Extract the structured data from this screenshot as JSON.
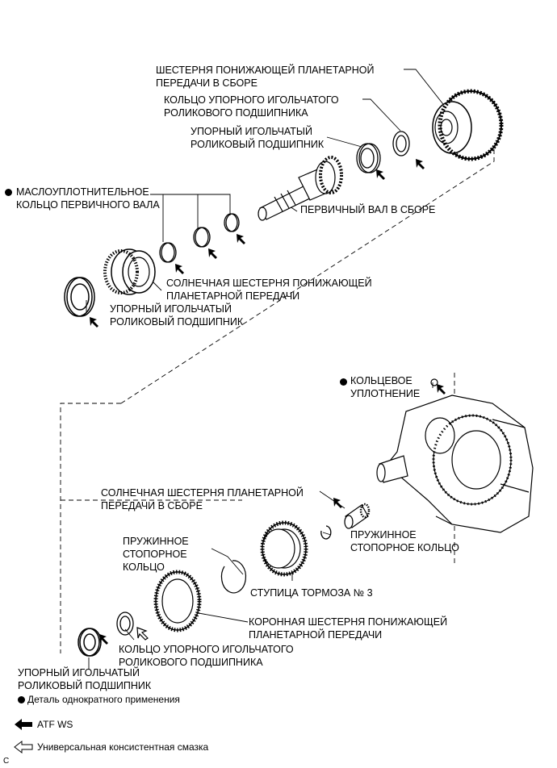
{
  "labels": {
    "planetary_gear_assy": [
      "ШЕСТЕРНЯ ПОНИЖАЮЩЕЙ ПЛАНЕТАРНОЙ",
      "ПЕРЕДАЧИ В СБОРЕ"
    ],
    "thrust_race_top": [
      "КОЛЬЦО УПОРНОГО ИГОЛЬЧАТОГО",
      "РОЛИКОВОГО ПОДШИПНИКА"
    ],
    "thrust_bearing_top": [
      "УПОРНЫЙ ИГОЛЬЧАТЫЙ",
      "РОЛИКОВЫЙ ПОДШИПНИК"
    ],
    "oil_seal_ring": [
      "МАСЛОУПЛОТНИТЕЛЬНОЕ",
      "КОЛЬЦО ПЕРВИЧНОГО ВАЛА"
    ],
    "input_shaft": "ПЕРВИЧНЫЙ ВАЛ В СБОРЕ",
    "sun_gear_reduction": [
      "СОЛНЕЧНАЯ ШЕСТЕРНЯ ПОНИЖАЮЩЕЙ",
      "ПЛАНЕТАРНОЙ ПЕРЕДАЧИ"
    ],
    "thrust_bearing_mid": [
      "УПОРНЫЙ ИГОЛЬЧАТЫЙ",
      "РОЛИКОВЫЙ ПОДШИПНИК"
    ],
    "o_ring": [
      "КОЛЬЦЕВОЕ",
      "УПЛОТНЕНИЕ"
    ],
    "sun_gear_assy": [
      "СОЛНЕЧНАЯ ШЕСТЕРНЯ ПЛАНЕТАРНОЙ",
      "ПЕРЕДАЧИ В СБОРЕ"
    ],
    "snap_ring_left": [
      "ПРУЖИННОЕ",
      "СТОПОРНОЕ",
      "КОЛЬЦО"
    ],
    "snap_ring_right": [
      "ПРУЖИННОЕ",
      "СТОПОРНОЕ КОЛЬЦО"
    ],
    "brake_hub": "СТУПИЦА ТОРМОЗА № 3",
    "ring_gear": [
      "КОРОННАЯ ШЕСТЕРНЯ ПОНИЖАЮЩЕЙ",
      "ПЛАНЕТАРНОЙ ПЕРЕДАЧИ"
    ],
    "thrust_race_bottom": [
      "КОЛЬЦО УПОРНОГО ИГОЛЬЧАТОГО",
      "РОЛИКОВОГО ПОДШИПНИКА"
    ],
    "thrust_bearing_bottom": [
      "УПОРНЫЙ ИГОЛЬЧАТЫЙ",
      "РОЛИКОВЫЙ ПОДШИПНИК"
    ]
  },
  "legend": {
    "non_reusable": "Деталь однократного применения",
    "atf": "ATF WS",
    "grease": "Универсальная консистентная смазка"
  },
  "corner_mark": "C"
}
